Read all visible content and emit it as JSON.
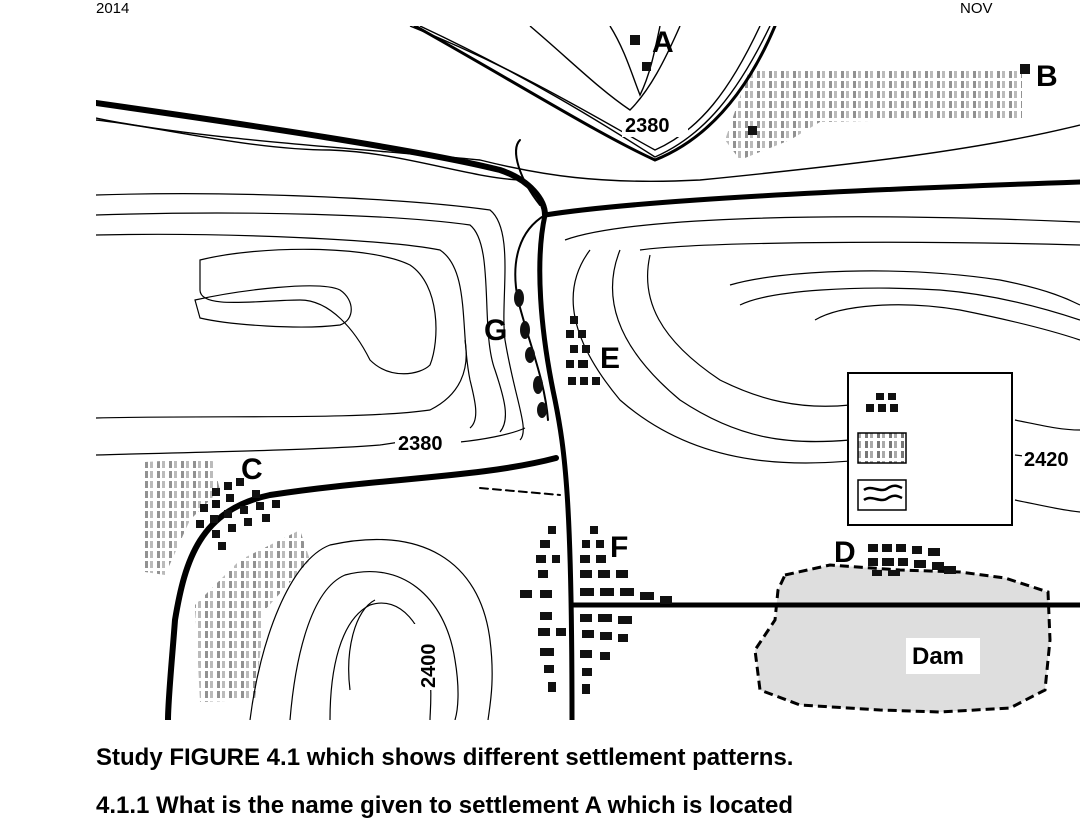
{
  "header": {
    "year": "2014",
    "month": "NOV"
  },
  "map": {
    "settlement_labels": [
      "A",
      "B",
      "C",
      "D",
      "E",
      "F",
      "G"
    ],
    "contour_labels": [
      "2380",
      "2380",
      "2400",
      "2420"
    ],
    "dam_label": "Dam",
    "legend": {
      "items": [
        "buildings-symbol",
        "cultivated-land-symbol",
        "water-symbol"
      ]
    }
  },
  "text": {
    "instruction": "Study FIGURE 4.1 which shows different settlement patterns.",
    "next_line": "4.1.1 What is the name given to settlement A which is located"
  }
}
